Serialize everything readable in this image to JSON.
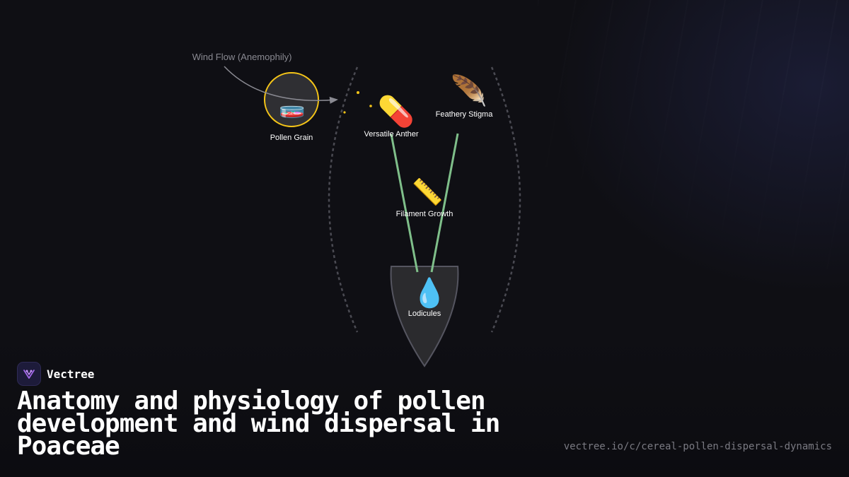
{
  "diagram": {
    "wind_label": "Wind Flow (Anemophily)",
    "nodes": {
      "pollen": {
        "label": "Pollen Grain",
        "icon": "petri-dish-icon",
        "glyph": "🧫",
        "ring_color": "#f5c518"
      },
      "anther": {
        "label": "Versatile Anther",
        "icon": "pill-icon",
        "glyph": "💊"
      },
      "stigma": {
        "label": "Feathery Stigma",
        "icon": "feather-icon",
        "glyph": "🪶"
      },
      "filament": {
        "label": "Filament Growth",
        "icon": "ruler-icon",
        "glyph": "📏"
      },
      "lodicules": {
        "label": "Lodicules",
        "icon": "droplet-icon",
        "glyph": "💧"
      }
    },
    "colors": {
      "filament_line": "#7fbf8a",
      "pollen_dots": "#f5c518",
      "floret_outline": "#555560",
      "wind_arrow": "#8a8a92"
    }
  },
  "brand": {
    "name": "Vectree",
    "logo_icon": "vectree-logo-icon"
  },
  "title": "Anatomy and physiology of pollen development and wind dispersal in Poaceae",
  "url": "vectree.io/c/cereal-pollen-dispersal-dynamics"
}
